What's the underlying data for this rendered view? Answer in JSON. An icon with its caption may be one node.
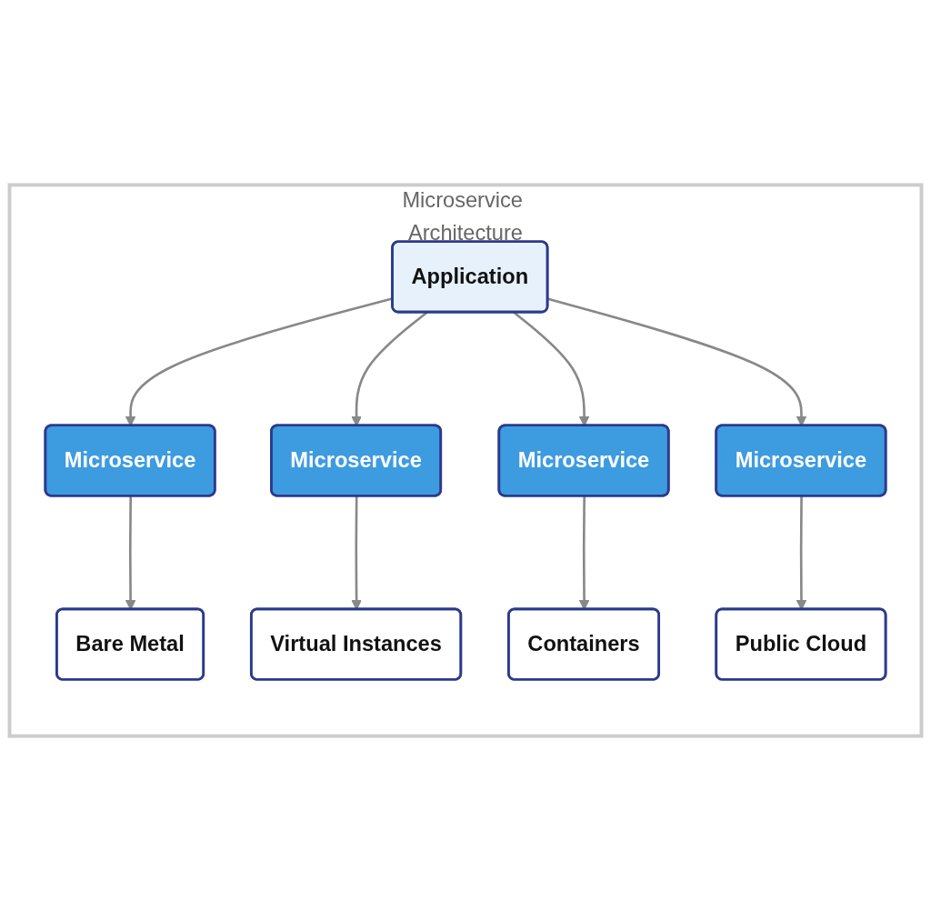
{
  "diagram": {
    "nodes": [
      {
        "text": [
          "Microservice Architecture"
        ]
      },
      {
        "text": [
          "Application"
        ],
        "in": 0
      },
      {
        "text": [
          "Microservice"
        ],
        "in": 0
      },
      {
        "text": [
          "Microservice"
        ],
        "in": 0
      },
      {
        "text": [
          "Microservice"
        ],
        "in": 0
      },
      {
        "text": [
          "Microservice"
        ],
        "in": 0
      },
      {
        "text": [
          "Bare Metal"
        ],
        "in": 0
      },
      {
        "text": [
          "Virtual Instances"
        ],
        "in": 0
      },
      {
        "text": [
          "Containers"
        ],
        "in": 0
      },
      {
        "text": [
          "Public Cloud"
        ],
        "in": 0
      }
    ],
    "edges": [
      {
        "from": 1,
        "to": 2,
        "arrow": "to"
      },
      {
        "from": 1,
        "to": 3,
        "arrow": "to"
      },
      {
        "from": 1,
        "to": 4,
        "arrow": "to"
      },
      {
        "from": 1,
        "to": 5,
        "arrow": "to"
      },
      {
        "from": 2,
        "to": 6,
        "arrow": "to"
      },
      {
        "from": 3,
        "to": 7,
        "arrow": "to"
      },
      {
        "from": 4,
        "to": 8,
        "arrow": "to"
      },
      {
        "from": 5,
        "to": 9,
        "arrow": "to"
      }
    ]
  }
}
